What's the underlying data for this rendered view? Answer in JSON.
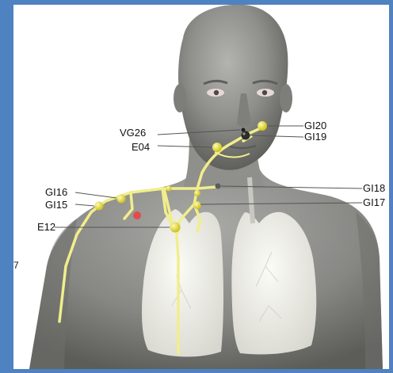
{
  "points": {
    "vg26": "VG26",
    "e04": "E04",
    "gi20": "GI20",
    "gi19": "GI19",
    "gi16": "GI16",
    "gi15": "GI15",
    "gi18": "GI18",
    "gi17": "GI17",
    "e12": "E12"
  },
  "edge_text": "7",
  "colors": {
    "frame": "#4e82c0",
    "meridian": "#f1ee8c",
    "acupoint": "#f3e83a",
    "special_point": "#e54a4a",
    "dark_point": "#2d2d2d",
    "skin": "#8d8d8a",
    "lungs": "#ecebe4"
  }
}
